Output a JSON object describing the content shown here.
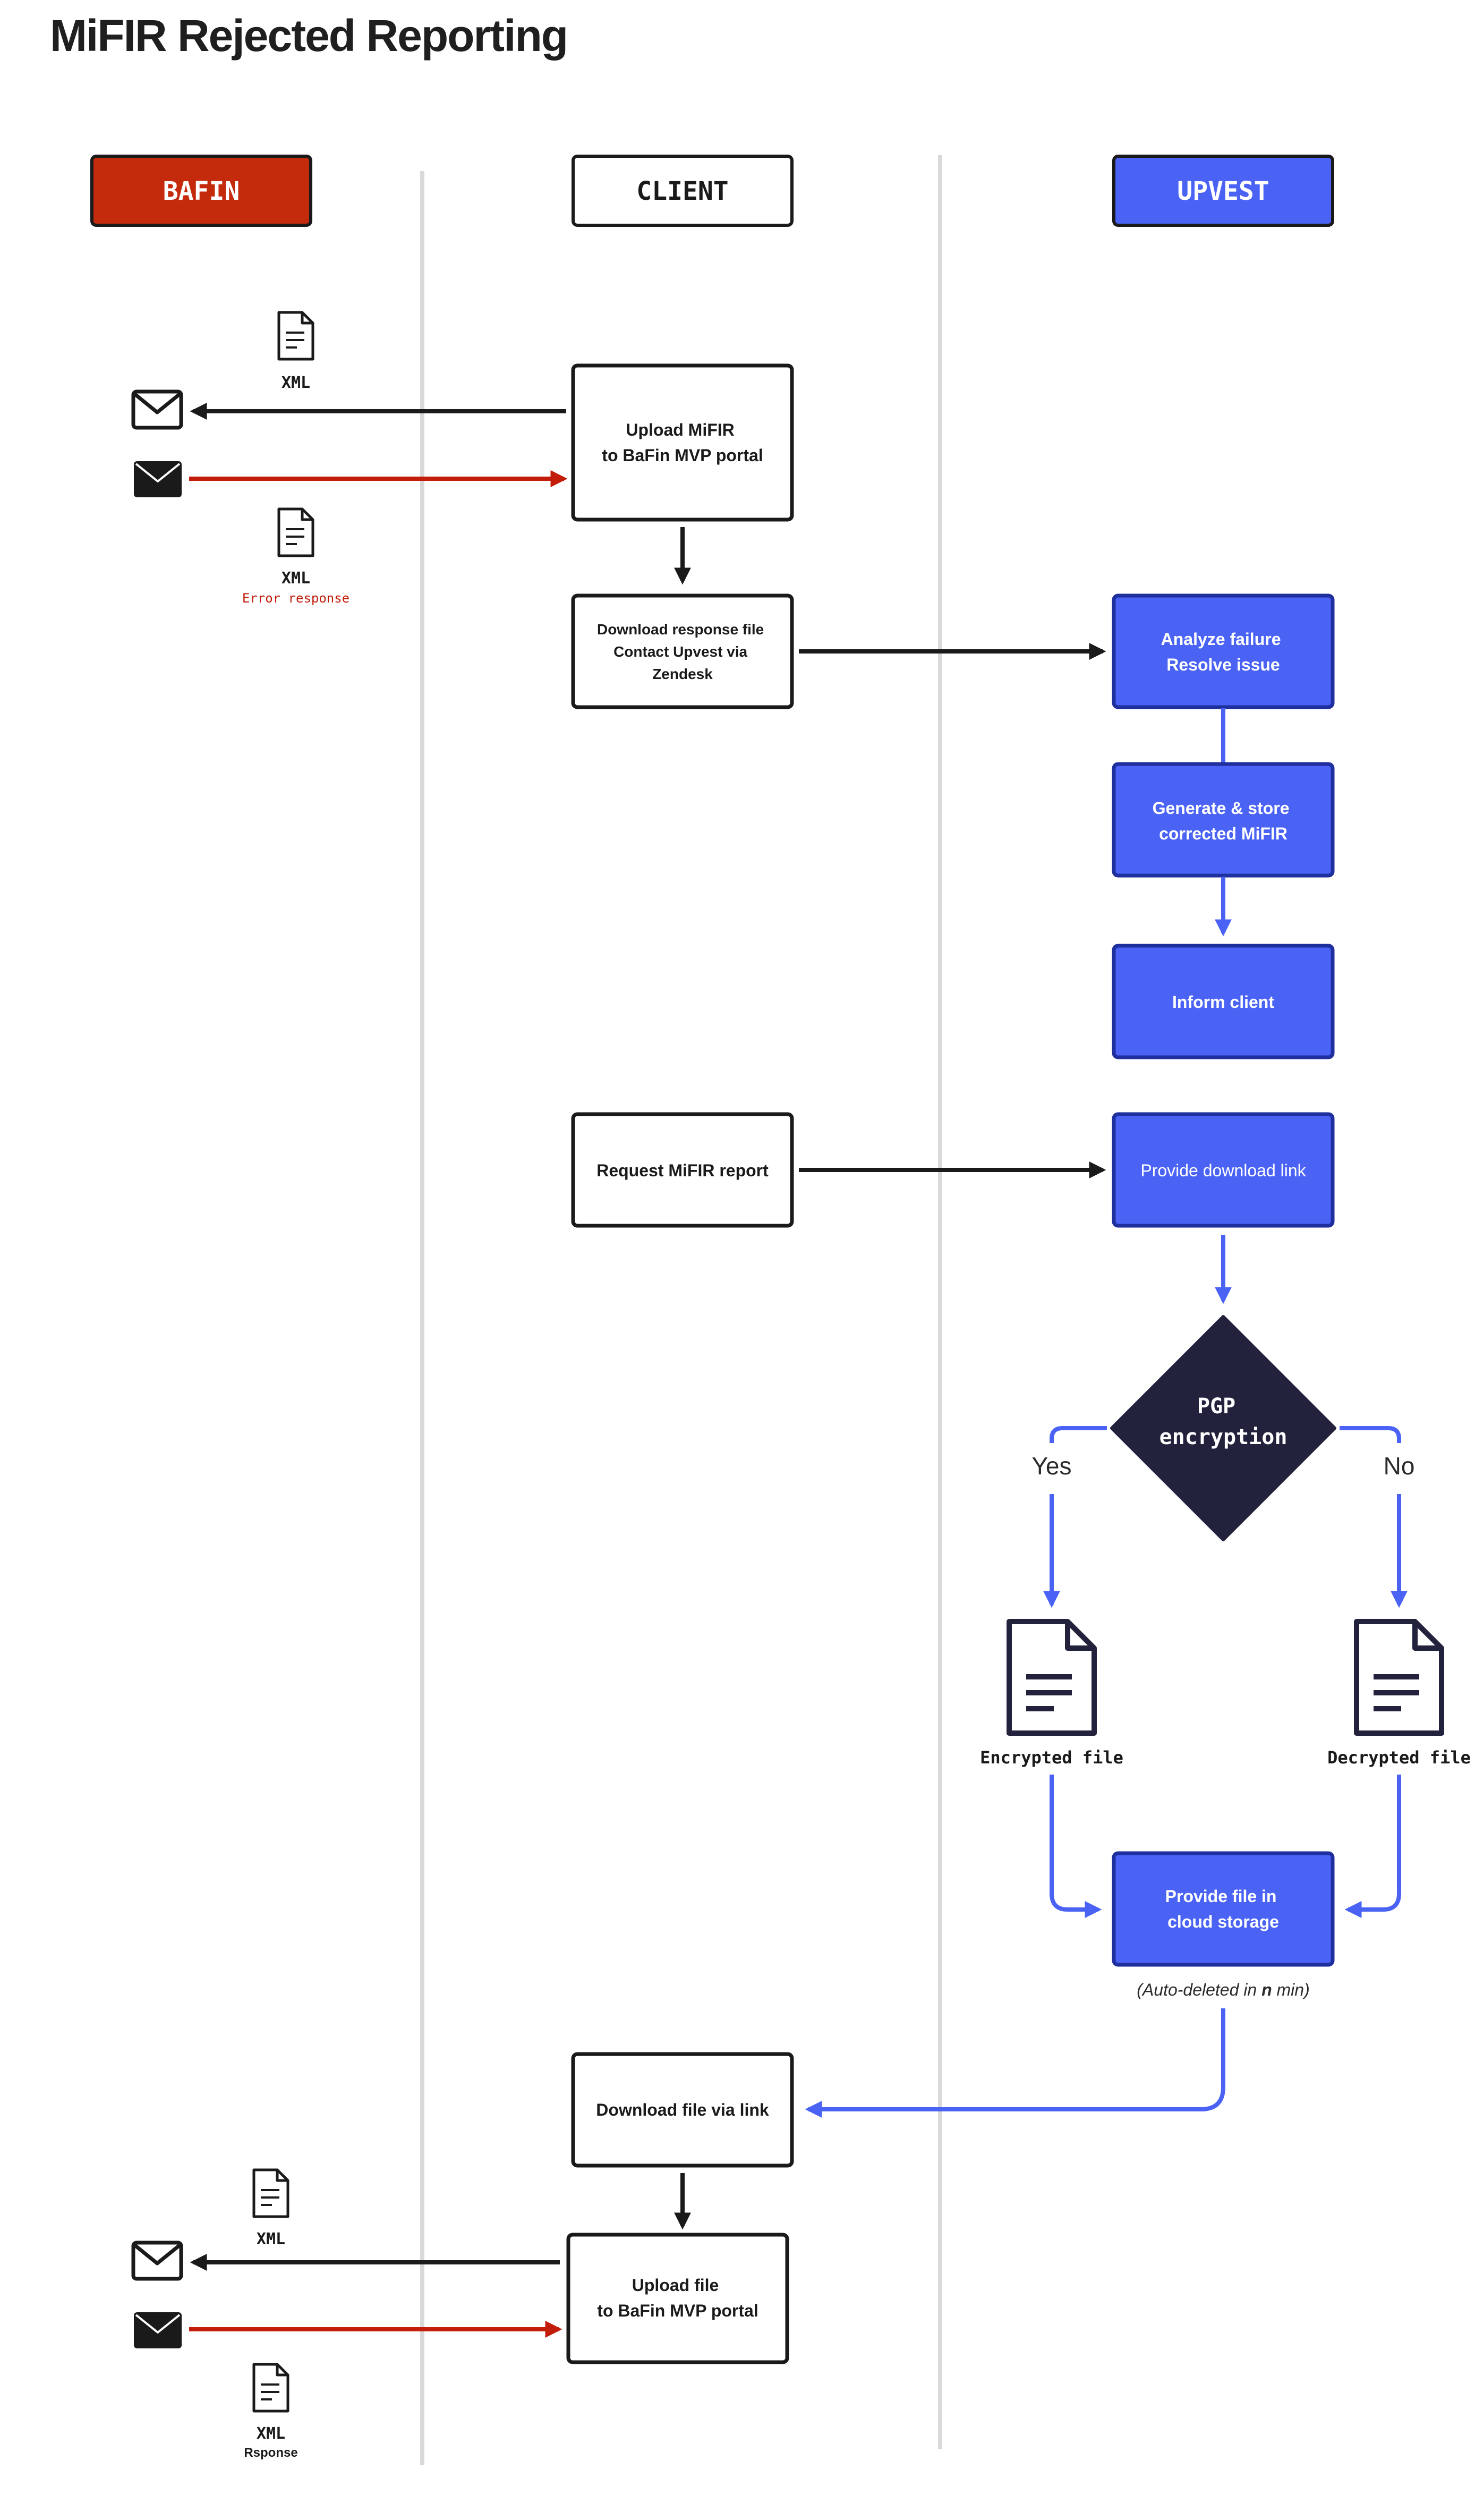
{
  "title": "MiFIR Rejected Reporting",
  "lanes": {
    "bafin": "BAFIN",
    "client": "CLIENT",
    "upvest": "UPVEST"
  },
  "colors": {
    "bafin": "#c42a0c",
    "upvest": "#4a63f5",
    "upvest_border": "#1f2f9e",
    "dark": "#1a1a1a",
    "red_arrow": "#c21c0a",
    "blue_arrow": "#4a63f5",
    "diamond": "#22223d",
    "divider": "#d9d9d9"
  },
  "steps": {
    "upload_mifir": [
      "Upload MiFIR",
      "to BaFin MVP portal"
    ],
    "download_response": [
      "Download response file",
      "Contact Upvest via",
      "Zendesk"
    ],
    "analyze": [
      "Analyze failure",
      "Resolve issue"
    ],
    "generate": [
      "Generate & store",
      "corrected MiFIR"
    ],
    "inform": [
      "Inform client"
    ],
    "request_report": [
      "Request MiFIR report"
    ],
    "provide_link": [
      "Provide download link"
    ],
    "provide_file": [
      "Provide file in",
      "cloud storage"
    ],
    "download_file": [
      "Download file via link"
    ],
    "upload_file": [
      "Upload file",
      "to BaFin MVP portal"
    ]
  },
  "decision": {
    "line1": "PGP",
    "line2": "encryption",
    "yes": "Yes",
    "no": "No"
  },
  "files": {
    "encrypted": "Encrypted file",
    "decrypted": "Decrypted file"
  },
  "note": {
    "prefix": "(Auto-deleted in ",
    "bold": "n",
    "suffix": " min)"
  },
  "docs": {
    "xml_top": "XML",
    "xml_error": "XML",
    "error_response": "Error response",
    "xml_bottom": "XML",
    "xml_response": "XML",
    "rsponse": "Rsponse"
  },
  "icons": {
    "document": "document-icon",
    "envelope_outline": "envelope-outline-icon",
    "envelope_filled": "envelope-filled-icon"
  }
}
